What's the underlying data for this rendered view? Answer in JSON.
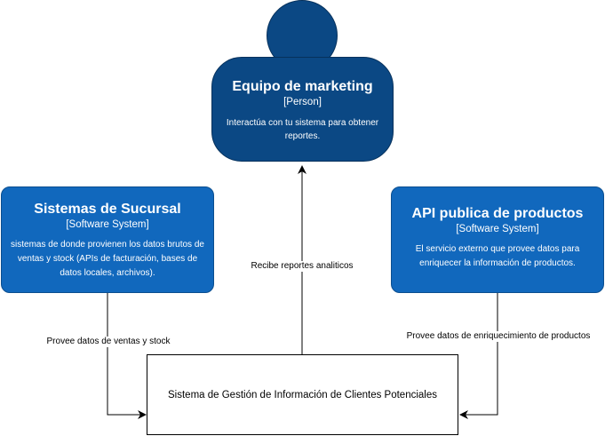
{
  "person": {
    "title": "Equipo de marketing",
    "stereotype": "[Person]",
    "description": "Interactúa con tu sistema para obtener reportes."
  },
  "branch_systems": {
    "title": "Sistemas de Sucursal",
    "stereotype": "[Software System]",
    "description": "sistemas de donde provienen los datos brutos de ventas y stock (APIs de facturación, bases de datos locales, archivos)."
  },
  "products_api": {
    "title": "API publica de productos",
    "stereotype": "[Software System]",
    "description": "El servicio externo que provee datos para enriquecer la información de productos."
  },
  "core_system": {
    "title": "Sistema de Gestión de Información de Clientes Potenciales"
  },
  "relationships": [
    {
      "label": "Recibe reportes analiticos"
    },
    {
      "label": "Provee datos de ventas y stock"
    },
    {
      "label": "Provee datos de enriquecimiento de productos"
    }
  ],
  "colors": {
    "person": "#0b4884",
    "software_system": "#1168bd",
    "core_system": "#ffffff",
    "connector": "#000000"
  }
}
